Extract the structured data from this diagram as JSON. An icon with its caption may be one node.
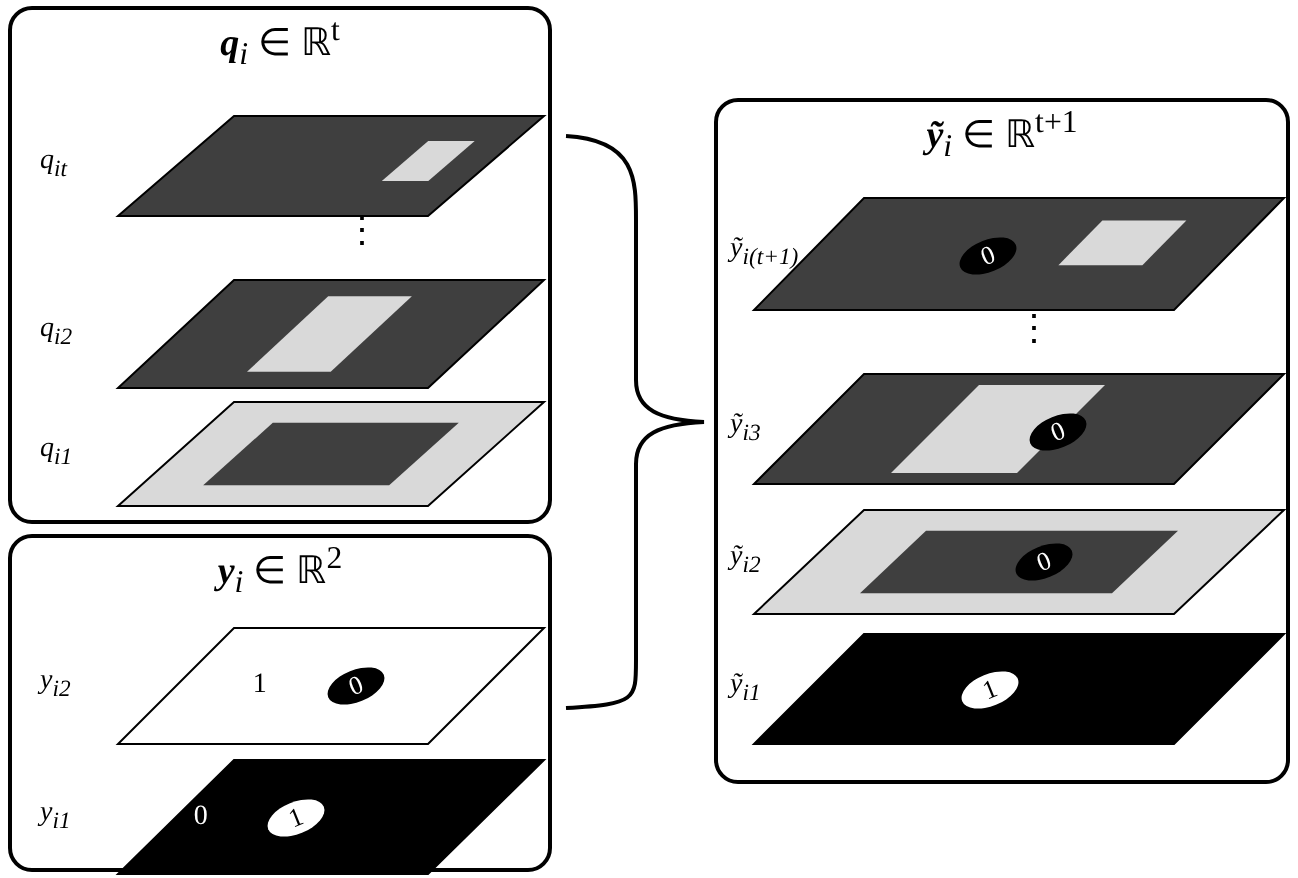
{
  "diagram": {
    "nodes": [
      {
        "text": [
          "**q**$_{i}$ ∈ ℝ$^{t}$"
        ]
      },
      {
        "text": [],
        "shape": "parallelogram",
        "in": 0,
        "beside": [
          "q$_{it}$"
        ]
      },
      {
        "text": [],
        "shape": "parallelogram",
        "in": 0,
        "beside": [
          "q$_{i2}$"
        ]
      },
      {
        "text": [],
        "shape": "parallelogram",
        "in": 0,
        "beside": [
          "q$_{i1}$"
        ]
      },
      {
        "text": [
          "**y**$_{i}$ ∈ ℝ$^{2}$"
        ]
      },
      {
        "text": [
          "1",
          "0"
        ],
        "in": 4,
        "beside": [
          "y$_{i2}$"
        ]
      },
      {
        "text": [
          "0",
          "1"
        ],
        "in": 4,
        "beside": [
          "y$_{i1}$"
        ]
      },
      {
        "text": [
          "**ỹ**$_{i}$ ∈ ℝ$^{t+1}$"
        ]
      },
      {
        "text": [
          "0"
        ],
        "in": 7,
        "beside": [
          "ỹ$_{i(t+1)}$"
        ]
      },
      {
        "text": [
          "0"
        ],
        "in": 7,
        "beside": [
          "ỹ$_{i3}$"
        ]
      },
      {
        "text": [
          "0"
        ],
        "in": 7,
        "beside": [
          "ỹ$_{i2}$"
        ]
      },
      {
        "text": [
          "1"
        ],
        "in": 7,
        "beside": [
          "ỹ$_{i1}$"
        ]
      }
    ],
    "labels": [
      "⋮",
      "⋮"
    ]
  }
}
